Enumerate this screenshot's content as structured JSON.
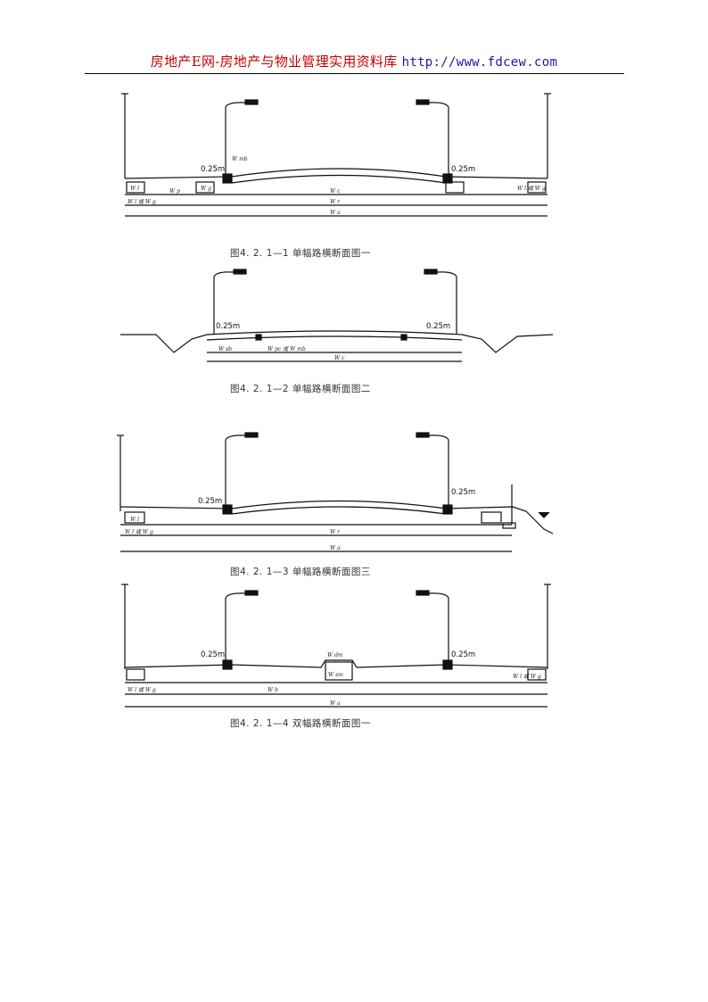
{
  "header": {
    "site_name": "房地产E网",
    "separator": "-",
    "subtitle": "房地产与物业管理实用资料库",
    "url": "http://www.fdcew.com"
  },
  "figures": [
    {
      "caption": "图4. 2. 1—1  单幅路横断面图一"
    },
    {
      "caption": "图4. 2. 1—2  单幅路横断面图二"
    },
    {
      "caption": "图4. 2. 1—3  单幅路横断面图三"
    },
    {
      "caption": "图4. 2. 1—4  双幅路横断面图一"
    }
  ],
  "labels": {
    "offset": "0.25m",
    "wl": "W l",
    "wg": "W g",
    "wl_or_wg": "W l 或 W g",
    "wc": "W c",
    "wp": "W p",
    "wr": "W r",
    "wmb": "W mb",
    "wsb": "W sb",
    "wpc": "W pc",
    "wpb_or_wmb": "W pc 或 W mb",
    "wdm": "W dm",
    "wsm": "W sm",
    "wa": "W a",
    "wb": "W b"
  }
}
